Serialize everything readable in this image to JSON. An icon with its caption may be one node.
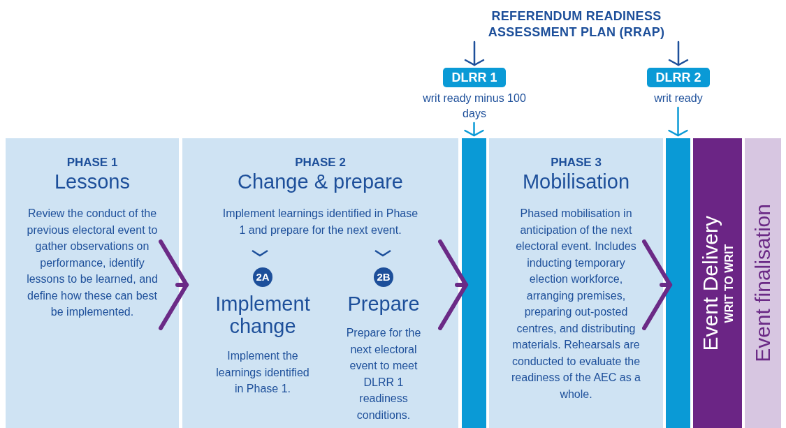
{
  "diagram": {
    "nodes": [
      {
        "text": [
          "REFERENDUM READINESS ASSESSMENT PLAN (RRAP)"
        ]
      },
      {
        "text": [
          "DLRR 1"
        ],
        "beside": [
          "writ ready minus 100 days"
        ]
      },
      {
        "text": [
          "DLRR 2"
        ],
        "beside": [
          "writ ready"
        ]
      },
      {
        "text": [
          "PHASE 1",
          "Lessons",
          "Review the conduct of the previous electoral event to gather observations on performance, identify lessons to be learned, and define how these can best be implemented."
        ]
      },
      {
        "text": [
          "PHASE 2",
          "Change & prepare",
          "Implement learnings identified in Phase 1 and prepare for the next event."
        ]
      },
      {
        "text": [
          "2A",
          "Implement change",
          "Implement the learnings identified in Phase 1."
        ],
        "in": 4
      },
      {
        "text": [
          "2B",
          "Prepare",
          "Prepare for the next electoral event to meet DLRR 1 readiness conditions."
        ],
        "in": 4
      },
      {
        "text": [],
        "shape": "bar"
      },
      {
        "text": [
          "PHASE 3",
          "Mobilisation",
          "Phased mobilisation in anticipation of the next electoral event. Includes inducting temporary election workforce, arranging premises, preparing out-posted centres, and distributing materials. Rehearsals are conducted to evaluate the readiness of the AEC as a whole."
        ]
      },
      {
        "text": [],
        "shape": "bar"
      },
      {
        "text": [
          "Event Delivery",
          "WRIT TO WRIT"
        ]
      },
      {
        "text": [
          "Event finalisation"
        ]
      }
    ],
    "edges": [
      {
        "from": 0,
        "to": 1,
        "arrow": "to",
        "color": "#1d4f9a"
      },
      {
        "from": 0,
        "to": 2,
        "arrow": "to",
        "color": "#1d4f9a"
      },
      {
        "from": 1,
        "to": 7,
        "arrow": "to",
        "color": "#0a9ad6"
      },
      {
        "from": 2,
        "to": 9,
        "arrow": "to",
        "color": "#0a9ad6"
      },
      {
        "from": 3,
        "to": 4,
        "arrow": "to",
        "style": "thick",
        "color": "#6b2a86"
      },
      {
        "from": 4,
        "to": 7,
        "arrow": "to",
        "style": "thick",
        "color": "#6b2a86"
      },
      {
        "from": 8,
        "to": 9,
        "arrow": "to",
        "style": "thick",
        "color": "#6b2a86"
      }
    ]
  }
}
